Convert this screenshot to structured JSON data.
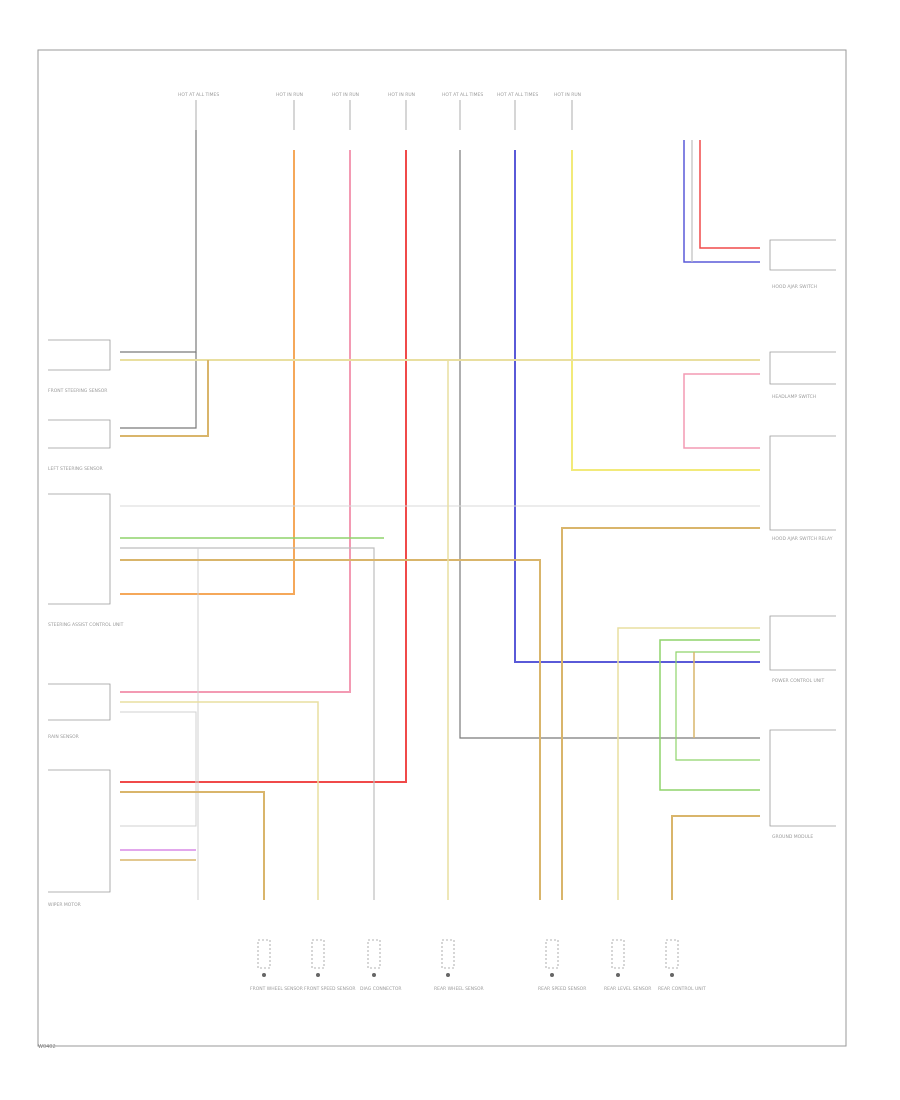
{
  "colors": {
    "frame": "#9a9a9a",
    "wire_black": "#7a7a7a",
    "wire_orange": "#f5a85a",
    "wire_pink": "#f39ab3",
    "wire_red": "#f04a4a",
    "wire_yellow": "#f2ea7a",
    "wire_tan": "#d9b56b",
    "wire_blue": "#5a5ad8",
    "wire_green": "#8fd46b",
    "wire_gray": "#bdbdbd",
    "wire_violet": "#d98ae6"
  },
  "fuse_labels": [
    "HOT AT ALL TIMES",
    "HOT IN RUN",
    "HOT IN RUN",
    "HOT IN RUN",
    "HOT AT ALL TIMES",
    "HOT AT ALL TIMES",
    "HOT IN RUN"
  ],
  "components": {
    "front_sensor": "FRONT STEERING SENSOR",
    "left_sensor": "LEFT STEERING SENSOR",
    "control_unit": "STEERING ASSIST CONTROL UNIT",
    "rain_sensor": "RAIN SENSOR",
    "wiper_motor": "WIPER MOTOR",
    "headlamp_switch": "HEADLAMP SWITCH",
    "hood_ajar_upper": "HOOD AJAR SWITCH",
    "hood_ajar_lower": "HOOD AJAR SWITCH RELAY",
    "power_control": "POWER CONTROL UNIT",
    "ground_module": "GROUND MODULE"
  },
  "bottom_components": [
    "FRONT WHEEL SENSOR",
    "FRONT SPEED SENSOR",
    "DIAG CONNECTOR",
    "REAR WHEEL SENSOR",
    "REAR SPEED SENSOR",
    "REAR LEVEL SENSOR",
    "REAR CONTROL UNIT"
  ],
  "footer_id": "W0402"
}
